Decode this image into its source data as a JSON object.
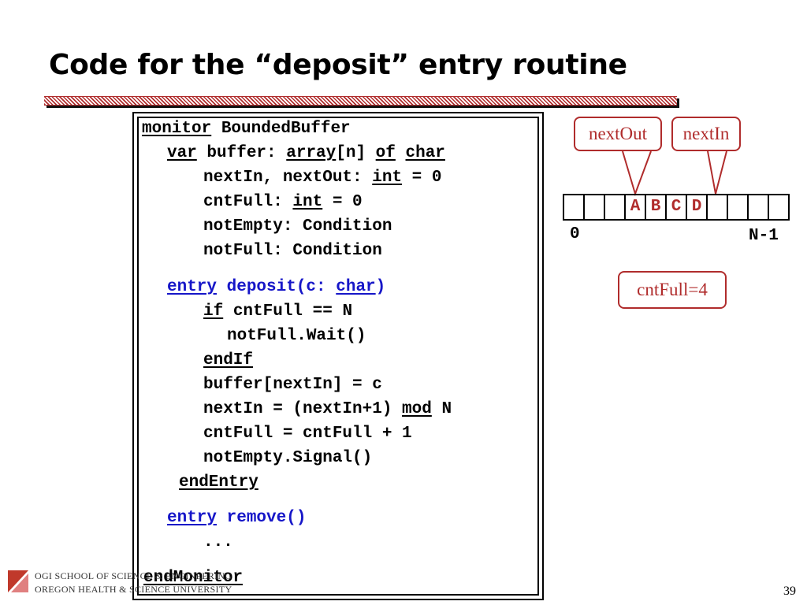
{
  "slide": {
    "title": "Code for the “deposit” entry routine",
    "page_number": "39",
    "footer": {
      "line1": "OGI SCHOOL OF SCIENCE & ENGINEERING",
      "line2": "OREGON HEALTH & SCIENCE UNIVERSITY"
    }
  },
  "code": {
    "l1": {
      "k": "monitor",
      "t": " BoundedBuffer"
    },
    "l2": {
      "k1": "var",
      "t1": " buffer: ",
      "k2": "array",
      "t2": "[n] ",
      "k3": "of",
      "t3": " ",
      "k4": "char"
    },
    "l3": {
      "t1": "nextIn, nextOut: ",
      "k": "int",
      "t2": " = 0"
    },
    "l4": {
      "t1": "cntFull: ",
      "k": "int",
      "t2": " = 0"
    },
    "l5": {
      "t": "notEmpty: Condition"
    },
    "l6": {
      "t": "notFull: Condition"
    },
    "l7": {
      "k1": "entry",
      "t1": " deposit(c: ",
      "k2": "char",
      "t2": ")"
    },
    "l8": {
      "k": "if",
      "t": " cntFull == N"
    },
    "l9": {
      "t": "notFull.Wait()"
    },
    "l10": {
      "k": "endIf"
    },
    "l11": {
      "t": "buffer[nextIn] = c"
    },
    "l12": {
      "t1": "nextIn = (nextIn+1) ",
      "k": "mod",
      "t2": " N"
    },
    "l13": {
      "t": "cntFull = cntFull + 1"
    },
    "l14": {
      "t": "notEmpty.Signal()"
    },
    "l15": {
      "k": "endEntry"
    },
    "l16": {
      "k": "entry",
      "t": " remove()"
    },
    "l17": {
      "t": "..."
    },
    "l18": {
      "k": "endMonitor"
    }
  },
  "diagram": {
    "next_out_label": "nextOut",
    "next_in_label": "nextIn",
    "cells": [
      "",
      "",
      "",
      "A",
      "B",
      "C",
      "D",
      "",
      "",
      "",
      ""
    ],
    "index_start": "0",
    "index_end": "N-1",
    "count_label": "cntFull=4"
  },
  "colors": {
    "accent": "#b02c2c",
    "keyword_blue": "#1616c8"
  }
}
